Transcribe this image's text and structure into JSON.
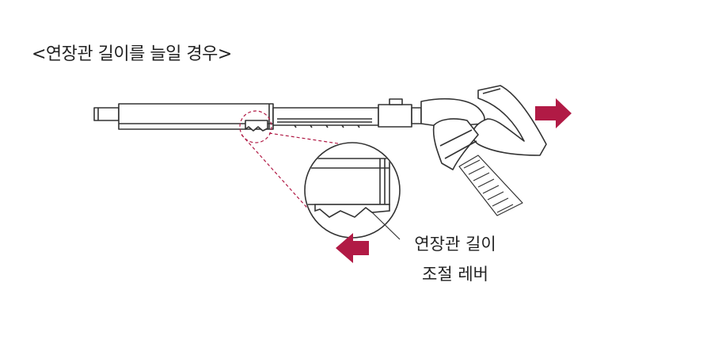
{
  "heading": "<연장관 길이를 늘일 경우>",
  "callout": {
    "line1": "연장관 길이",
    "line2": "조절 레버"
  },
  "colors": {
    "arrow": "#b11a45",
    "outline": "#333333",
    "dashed_leader": "#b11a45"
  },
  "icons": {
    "pull_arrow": "arrow-right-icon",
    "push_arrow": "arrow-left-icon"
  }
}
